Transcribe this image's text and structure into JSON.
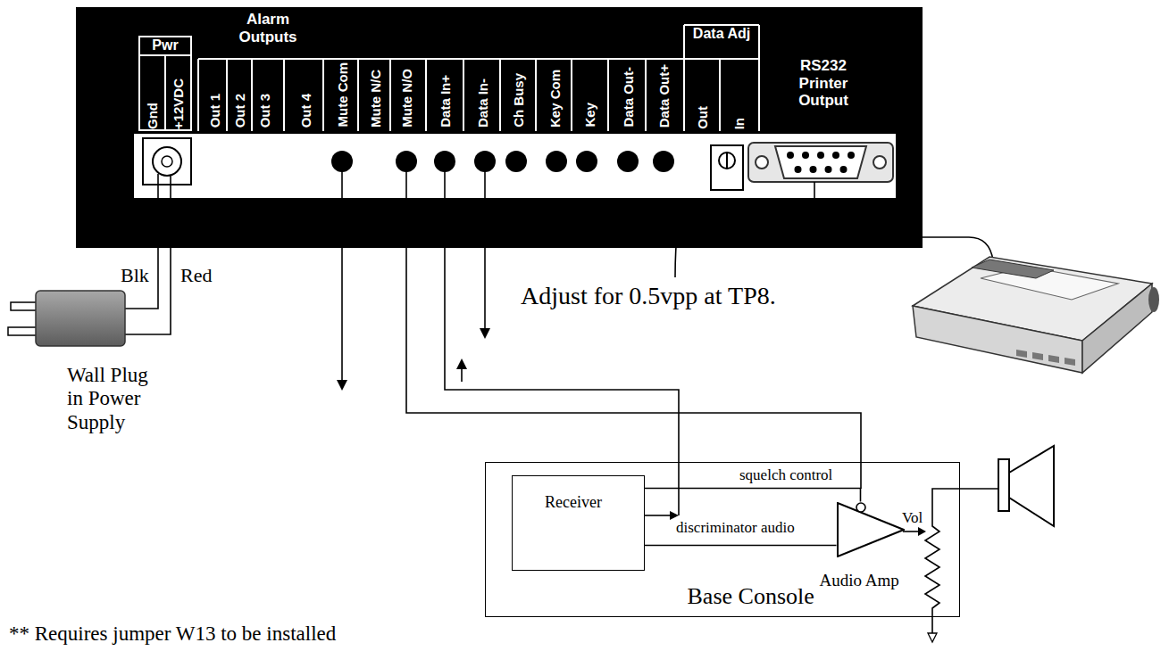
{
  "diagram": {
    "nodes": [
      {
        "text": [
          "Alarm Outputs",
          "Out 1",
          "Out 2",
          "Out 3",
          "Out 4",
          "Mute Com",
          "Mute N/C",
          "Mute N/O",
          "Data In+",
          "Data In-",
          "Ch Busy",
          "Key Com",
          "Key",
          "Data Out-",
          "Data Out+",
          "Data Adj",
          "Out",
          "In",
          "RS232 Printer Output"
        ]
      },
      {
        "text": [
          "Pwr",
          "Gnd",
          "+12VDC"
        ],
        "in": 0
      },
      {
        "text": [
          "Base Console"
        ]
      },
      {
        "text": [
          "Receiver"
        ],
        "in": 2
      },
      {
        "text": [
          "Audio Amp"
        ],
        "in": 2
      }
    ],
    "edges": [
      {
        "from": 3,
        "to": 4,
        "label": "squelch control",
        "arrow": "none"
      },
      {
        "from": 3,
        "to": 4,
        "label": "discriminator audio",
        "arrow": "none"
      }
    ],
    "labels": [
      "Blk",
      "Red",
      "Wall Plug in Power Supply",
      "Adjust for 0.5vpp at TP8.",
      "Vol",
      "** Requires jumper W13 to be installed"
    ]
  }
}
